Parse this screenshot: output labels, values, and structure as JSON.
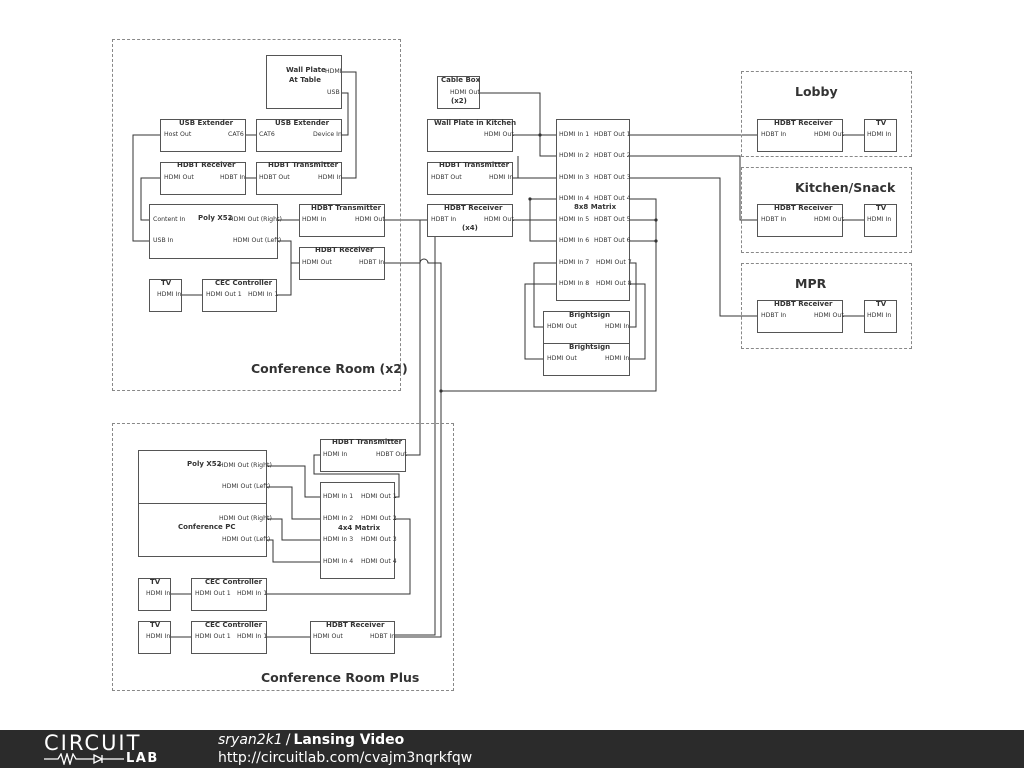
{
  "diagram": {
    "groups": {
      "conf_room": "Conference Room (x2)",
      "conf_room_plus": "Conference Room Plus",
      "lobby": "Lobby",
      "kitchen": "Kitchen/Snack",
      "mpr": "MPR"
    },
    "wall_plate_table": {
      "title_line1": "Wall Plate",
      "title_line2": "At Table",
      "port_hdmi": "HDMI",
      "port_usb": "USB"
    },
    "usb_ext_1": {
      "title": "USB Extender",
      "port_left": "Host Out",
      "port_right": "CAT6"
    },
    "usb_ext_2": {
      "title": "USB Extender",
      "port_left": "CAT6",
      "port_right": "Device In"
    },
    "hdbt_rx_conf": {
      "title": "HDBT Receiver",
      "port_left": "HDMI Out",
      "port_right": "HDBT In"
    },
    "hdbt_tx_conf": {
      "title": "HDBT Transmitter",
      "port_left": "HDBT Out",
      "port_right": "HDMI In"
    },
    "poly_x52_conf": {
      "title": "Poly X52",
      "p1": "Content In",
      "p2": "HDMI Out (Right)",
      "p3": "USB In",
      "p4": "HDMI Out (Left)"
    },
    "hdbt_tx_conf2": {
      "title": "HDBT Transmitter",
      "port_left": "HDMI In",
      "port_right": "HDMI Out"
    },
    "hdbt_rx_conf2": {
      "title": "HDBT Receiver",
      "port_left": "HDMI Out",
      "port_right": "HDBT In"
    },
    "tv_conf": {
      "title": "TV",
      "port": "HDMI In"
    },
    "cec_conf": {
      "title": "CEC Controller",
      "port_left": "HDMI Out 1",
      "port_right": "HDMI In 1"
    },
    "cable_box": {
      "title": "Cable Box",
      "port": "HDMI Out",
      "note": "(x2)"
    },
    "wall_plate_kitchen": {
      "title": "Wall Plate in Kitchen",
      "port": "HDMI Out"
    },
    "hdbt_tx_kitchen": {
      "title": "HDBT Transmitter",
      "port_left": "HDBT Out",
      "port_right": "HDMI In"
    },
    "hdbt_rx_mid": {
      "title": "HDBT Receiver",
      "port_left": "HDBT In",
      "port_right": "HDMI Out",
      "note": "(x4)"
    },
    "matrix_8x8": {
      "title": "8x8 Matrix",
      "inputs": [
        "HDMI In 1",
        "HDMI In 2",
        "HDMI In 3",
        "HDMI In 4",
        "HDMI In 5",
        "HDMI In 6",
        "HDMI In 7",
        "HDMI In 8"
      ],
      "outputs": [
        "HDBT Out 1",
        "HDBT Out 2",
        "HDBT Out 3",
        "HDBT Out 4",
        "HDBT Out 5",
        "HDBT Out 6",
        "HDMI Out 7",
        "HDMI Out 8"
      ]
    },
    "brightsign_1": {
      "title": "Brightsign",
      "port_left": "HDMI Out",
      "port_right": "HDMI In"
    },
    "brightsign_2": {
      "title": "Brightsign",
      "port_left": "HDMI Out",
      "port_right": "HDMI In"
    },
    "lobby_rx": {
      "title": "HDBT Receiver",
      "port_left": "HDBT In",
      "port_right": "HDMI Out"
    },
    "lobby_tv": {
      "title": "TV",
      "port": "HDMI In"
    },
    "kitchen_rx": {
      "title": "HDBT Receiver",
      "port_left": "HDBT In",
      "port_right": "HDMI Out"
    },
    "kitchen_tv": {
      "title": "TV",
      "port": "HDMI In"
    },
    "mpr_rx": {
      "title": "HDBT Receiver",
      "port_left": "HDBT In",
      "port_right": "HDMI Out"
    },
    "mpr_tv": {
      "title": "TV",
      "port": "HDMI In"
    },
    "hdbt_tx_plus": {
      "title": "HDBT Transmitter",
      "port_left": "HDMI In",
      "port_right": "HDBT Out"
    },
    "poly_x52_plus": {
      "title": "Poly X52",
      "p1": "HDMI Out (Right)",
      "p2": "HDMI Out (Left)"
    },
    "conf_pc": {
      "title": "Conference PC",
      "p1": "HDMI Out (Right)",
      "p2": "HDMI Out (Left)"
    },
    "matrix_4x4": {
      "title": "4x4 Matrix",
      "inputs": [
        "HDMI In 1",
        "HDMI In 2",
        "HDMI In 3",
        "HDMI In 4"
      ],
      "outputs": [
        "HDMI Out 1",
        "HDMI Out 2",
        "HDMI Out 3",
        "HDMI Out 4"
      ]
    },
    "tv_plus_1": {
      "title": "TV",
      "port": "HDMI In"
    },
    "cec_plus_1": {
      "title": "CEC Controller",
      "port_left": "HDMI Out 1",
      "port_right": "HDMI In 1"
    },
    "tv_plus_2": {
      "title": "TV",
      "port": "HDMI In"
    },
    "cec_plus_2": {
      "title": "CEC Controller",
      "port_left": "HDMI Out 1",
      "port_right": "HDMI In 1"
    },
    "hdbt_rx_plus": {
      "title": "HDBT Receiver",
      "port_left": "HDMI Out",
      "port_right": "HDBT In"
    }
  },
  "footer": {
    "logo_top": "CIRCUIT",
    "logo_bottom": "LAB",
    "author": "sryan2k1",
    "separator": "/",
    "title": "Lansing Video",
    "url": "http://circuitlab.com/cvajm3nqrkfqw"
  }
}
